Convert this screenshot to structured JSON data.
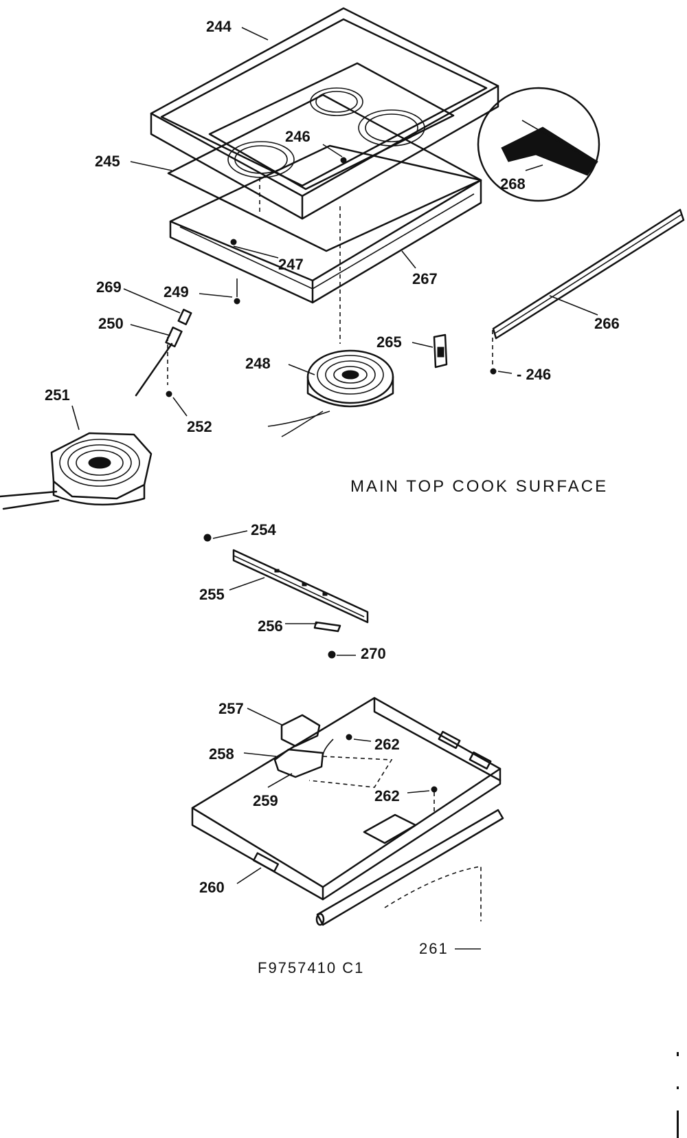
{
  "diagram": {
    "section_title": "MAIN TOP COOK SURFACE",
    "figure_code": "F9757410 C1",
    "callouts": {
      "c244": "244",
      "c245": "245",
      "c246a": "246",
      "c246b": "- 246",
      "c247": "247",
      "c248": "248",
      "c249": "249",
      "c250": "250",
      "c251": "251",
      "c252": "252",
      "c254": "254",
      "c255": "255",
      "c256": "256",
      "c257": "257",
      "c258": "258",
      "c259": "259",
      "c260": "260",
      "c261": "261",
      "c262a": "262",
      "c262b": "262",
      "c265": "265",
      "c266": "266",
      "c267": "267",
      "c268": "268",
      "c269": "269",
      "c270": "270"
    }
  }
}
